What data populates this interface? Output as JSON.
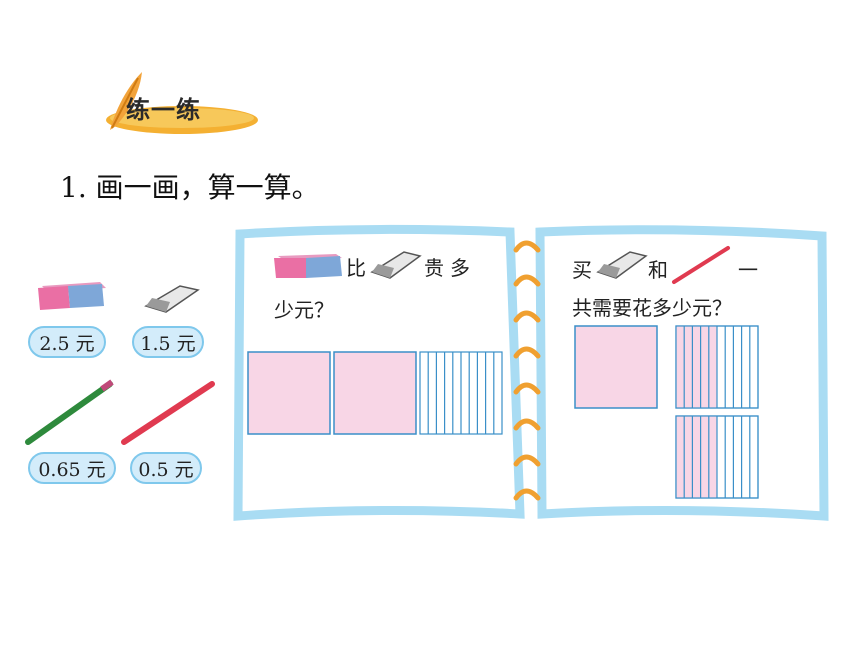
{
  "header": {
    "badge": "练一练"
  },
  "instruction": "1. 画一画，算一算。",
  "items": [
    {
      "name": "eraser-pink-blue",
      "price": "2.5 元"
    },
    {
      "name": "eraser-gray",
      "price": "1.5 元"
    },
    {
      "name": "pencil-green",
      "price": "0.65 元"
    },
    {
      "name": "pencil-red",
      "price": "0.5 元"
    }
  ],
  "left_page": {
    "q_part1": "比",
    "q_part2": "贵多",
    "q_part3": "少元？"
  },
  "right_page": {
    "q_part1": "买",
    "q_part2": "和",
    "q_part3": "一",
    "q_part4": "共需要花多少元？"
  },
  "colors": {
    "square_fill": "#f8d6e6",
    "grid_line": "#3a8fc8",
    "notebook_border": "#a9dcf3",
    "price_border": "#7fc8ec",
    "ring": "#f0a030"
  }
}
